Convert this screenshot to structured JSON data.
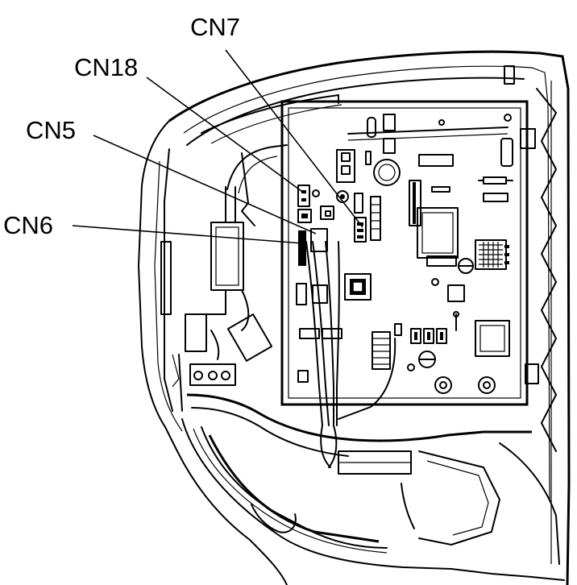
{
  "labels": {
    "cn7": "CN7",
    "cn18": "CN18",
    "cn5": "CN5",
    "cn6": "CN6"
  }
}
